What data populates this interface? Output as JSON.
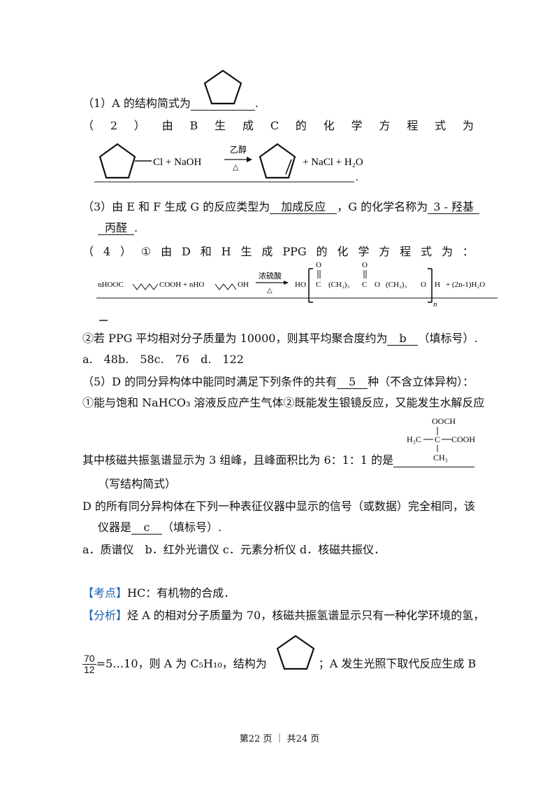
{
  "q1": {
    "text": "（1）A 的结构简式为",
    "end": "."
  },
  "q2": {
    "chars": [
      "（",
      "2",
      "）",
      "由",
      "B",
      "生",
      "成",
      "C",
      "的",
      "化",
      "学",
      "方",
      "程",
      "式",
      "为"
    ]
  },
  "eq1": {
    "reagent_top": "乙醇",
    "reagent_bottom": "△",
    "lhs": "Cl + NaOH",
    "rhs": "+ NaCl + H₂O",
    "end": "."
  },
  "q3": {
    "p1": "（3）由 E 和 F 生成 G 的反应类型为",
    "ans1": "加成反应",
    "p2": "，G 的化学名称为",
    "ans2a": "3 - 羟基",
    "ans2b": "丙醛",
    "end": "."
  },
  "q4": {
    "chars": [
      "（",
      "4",
      "）",
      "①",
      "由",
      "D",
      "和",
      "H",
      "生",
      "成",
      "PPG",
      "的",
      "化",
      "学",
      "方",
      "程",
      "式",
      "为",
      "："
    ]
  },
  "eq2": {
    "lhs1": "nHOOC",
    "lhs2": "COOH + nHO",
    "lhs3": "OH",
    "reagent": "浓硫酸",
    "cond": "△",
    "ho": "HO",
    "c1": "C",
    "ch2a": "(CH₂)₃",
    "c2": "C",
    "o": "O",
    "ch2b": "(CH₂)₃",
    "o2": "O",
    "h": "H",
    "n": "n",
    "water": "+ (2n-1)H₂O",
    "o_top": "O"
  },
  "q4_2": {
    "p1": "②若 PPG 平均相对分子质量为 10000，则其平均聚合度约为",
    "ans": "b",
    "p2": "（填标号）."
  },
  "q4_opts": "a.　48b.　58c.　76　d.　122",
  "q5": {
    "p1": "（5）D 的同分异构体中能同时满足下列条件的共有",
    "ans": "5",
    "p2": "种（不含立体异构）："
  },
  "q5_cond": "①能与饱和 NaHCO₃ 溶液反应产生气体②既能发生银镜反应，又能发生水解反应",
  "struct": {
    "top": "OOCH",
    "left": "H₃C",
    "center": "C",
    "right": "COOH",
    "bottom": "CH₃"
  },
  "q5_nmr": "其中核磁共振氢谱显示为 3 组峰，且峰面积比为 6：1：1 的是",
  "q5_write": "（写结构简式）",
  "q5_d": "D 的所有同分异构体在下列一种表征仪器中显示的信号（或数据）完全相同，该",
  "q5_inst": {
    "p1": "仪器是",
    "ans": "c",
    "p2": "（填标号）."
  },
  "q5_opts": "a．质谱仪　b．红外光谱仪 c．元素分析仪 d．核磁共振仪．",
  "kaodian": {
    "tag": "【考点】",
    "text": "HC：有机物的合成．"
  },
  "fenxi": {
    "tag": "【分析】",
    "text": "烃 A 的相对分子质量为 70，核磁共振氢谱显示只有一种化学环境的氢，"
  },
  "last": {
    "num": "70",
    "den": "12",
    "p1": "=5…10，则 A 为 C₅H₁₀，结构为",
    "p2": "；A 发生光照下取代反应生成 B"
  },
  "footer": "第22 页 ｜ 共24 页"
}
